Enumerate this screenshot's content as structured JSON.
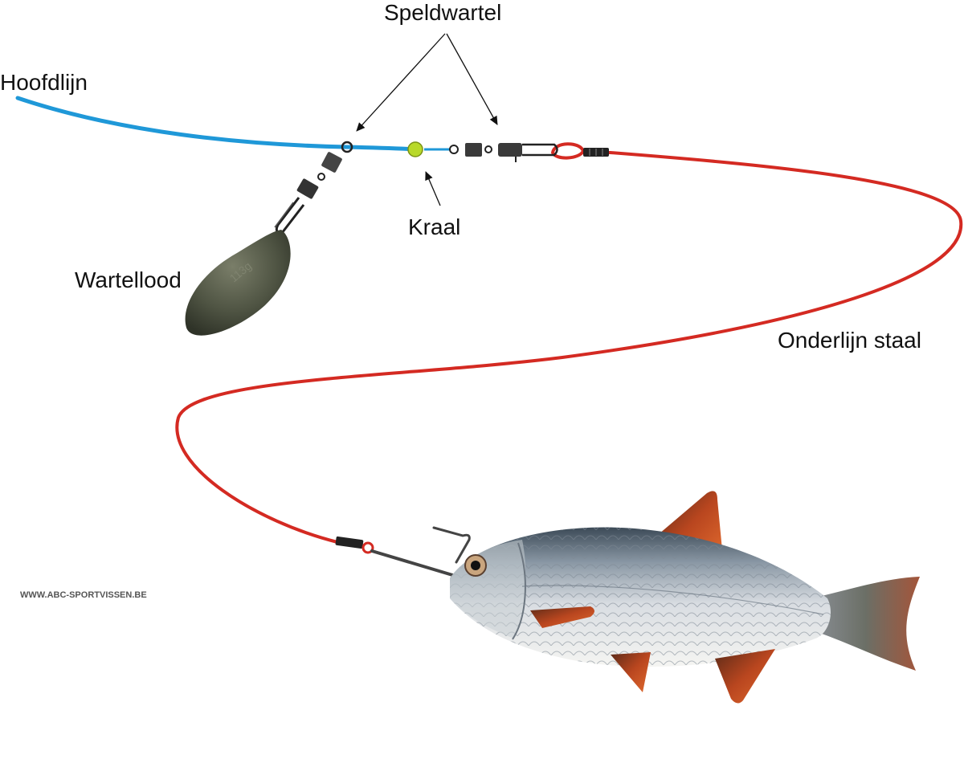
{
  "labels": {
    "speldwartel": "Speldwartel",
    "hoofdlijn": "Hoofdlijn",
    "kraal": "Kraal",
    "wartellood": "Wartellood",
    "onderlijn": "Onderlijn staal",
    "weight_mark": "113g",
    "watermark": "WWW.ABC-SPORTVISSEN.BE"
  },
  "colors": {
    "main_line": "#1f98d8",
    "leader": "#d42a22",
    "bead": "#b8d92a",
    "lead_weight": "#4f5443",
    "metal": "#333333",
    "fin": "#b9461f"
  },
  "icons": [
    "swivel-icon",
    "snap-swivel-icon",
    "lead-weight-icon",
    "bead-icon",
    "hook-icon",
    "fish-icon"
  ]
}
